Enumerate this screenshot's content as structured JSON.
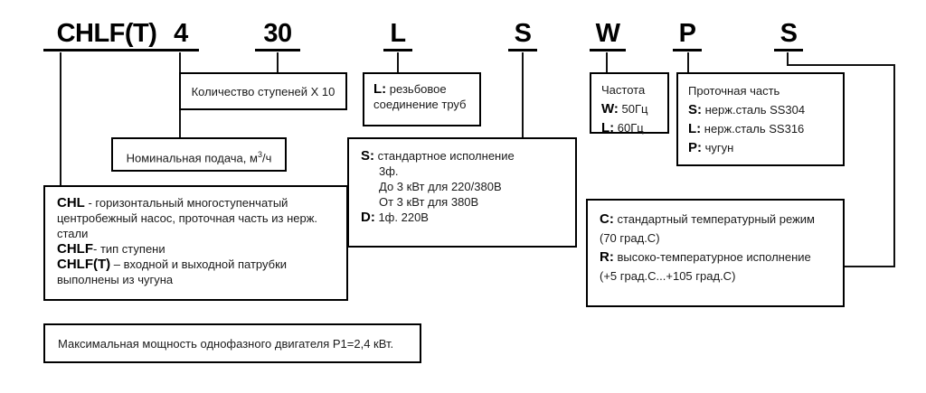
{
  "diagram": {
    "title": "CHLF(T) model designation breakdown",
    "tokens": [
      {
        "id": "token-chlft",
        "label": "CHLF(T)"
      },
      {
        "id": "token-4",
        "label": "4"
      },
      {
        "id": "token-30",
        "label": "30"
      },
      {
        "id": "token-l",
        "label": "L"
      },
      {
        "id": "token-s1",
        "label": "S"
      },
      {
        "id": "token-w",
        "label": "W"
      },
      {
        "id": "token-p",
        "label": "P"
      },
      {
        "id": "token-s2",
        "label": "S"
      }
    ],
    "boxes": {
      "stages": {
        "line1": "Количество ступеней Х 10"
      },
      "flow_rate": {
        "line1": "Номинальная подача, м",
        "sup": "3",
        "line1b": "/ч"
      },
      "pipe_connection": {
        "code": "L:",
        "text": "резьбовое",
        "line2": "соединение труб"
      },
      "voltage": {
        "code_s": "S:",
        "s_text": "стандартное исполнение",
        "s_line2": "3ф.",
        "s_line3": "До 3 кВт для 220/380В",
        "s_line4": "От 3 кВт для 380В",
        "code_d": "D:",
        "d_text": "1ф. 220В"
      },
      "pump_type": {
        "code_chl": "CHL",
        "chl_text": "- горизонтальный многоступенчатый",
        "chl_line2": "центробежный насос, проточная часть из нерж.",
        "chl_line3": "стали",
        "code_chlf": "CHLF",
        "chlf_text": "- тип ступени",
        "code_chlft": "CHLF(T)",
        "chlft_text": "– входной и выходной патрубки",
        "chlft_line2": "выполнены из чугуна"
      },
      "max_power": {
        "line1": "Максимальная мощность однофазного двигателя Р1=2,4 кВт."
      },
      "frequency": {
        "title": "Частота",
        "code_w": "W:",
        "w_text": "50Гц",
        "code_l": "L:",
        "l_text": "60Гц"
      },
      "wet_end": {
        "title": "Проточная часть",
        "code_s": "S:",
        "s_text": "нерж.сталь SS304",
        "code_l": "L:",
        "l_text": "нерж.сталь SS316",
        "code_p": "P:",
        "p_text": "чугун"
      },
      "temperature": {
        "code_c": "C:",
        "c_text": "стандартный температурный режим",
        "c_line2": "(70 град.С)",
        "code_r": "R:",
        "r_text": "высоко-температурное исполнение",
        "r_line2": "(+5 град.С...+105 град.С)"
      }
    },
    "colors": {
      "line": "#111111",
      "text": "#1a1a1a",
      "background": "#ffffff"
    }
  }
}
